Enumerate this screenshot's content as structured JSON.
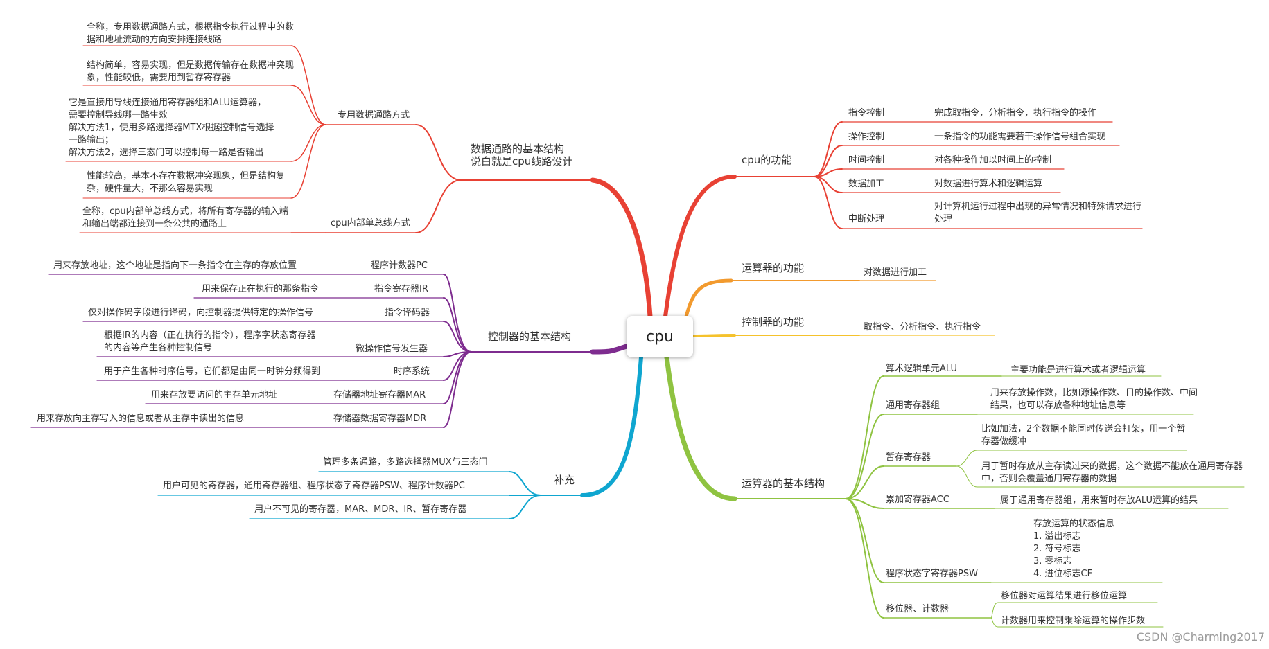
{
  "colors": {
    "red": "#e84134",
    "purple": "#7e2c8f",
    "blue": "#0fa6d0",
    "orange": "#f29a2e",
    "yellow": "#f5c22c",
    "green": "#8fc341",
    "text": "#333333"
  },
  "root": "cpu",
  "datapath": {
    "title_lines": [
      "数据通路的基本结构",
      "说白就是cpu线路设计"
    ],
    "dedicated": {
      "label": "专用数据通路方式",
      "notes": [
        "全称，专用数据通路方式，根据指令执行过程中的数据和地址流动的方向安排连接线路",
        "结构简单，容易实现，但是数据传输存在数据冲突现象，性能较低，需要用到暂存寄存器",
        [
          "它是直接用导线连接通用寄存器组和ALU运算器，",
          "需要控制导线哪一路生效",
          "解决方法1，使用多路选择器MTX根据控制信号选择",
          "一路输出；",
          "解决方法2，选择三态门可以控制每一路是否输出"
        ],
        "性能较高，基本不存在数据冲突现象，但是结构复杂，硬件量大，不那么容易实现"
      ]
    },
    "internal_bus": {
      "label": "cpu内部单总线方式",
      "note": "全称，cpu内部单总线方式，将所有寄存器的输入端和输出端都连接到一条公共的通路上"
    }
  },
  "controller_structure": {
    "title": "控制器的基本结构",
    "items": [
      {
        "label": "程序计数器PC",
        "note": "用来存放地址，这个地址是指向下一条指令在主存的存放位置"
      },
      {
        "label": "指令寄存器IR",
        "note": "用来保存正在执行的那条指令"
      },
      {
        "label": "指令译码器",
        "note": "仅对操作码字段进行译码，向控制器提供特定的操作信号"
      },
      {
        "label": "微操作信号发生器",
        "note": "根据IR的内容（正在执行的指令），程序字状态寄存器的内容等产生各种控制信号"
      },
      {
        "label": "时序系统",
        "note": "用于产生各种时序信号，它们都是由同一时钟分频得到"
      },
      {
        "label": "存储器地址寄存器MAR",
        "note": "用来存放要访问的主存单元地址"
      },
      {
        "label": "存储器数据寄存器MDR",
        "note": "用来存放向主存写入的信息或者从主存中读出的信息"
      }
    ]
  },
  "supplement": {
    "title": "补充",
    "items": [
      "管理多条通路，多路选择器MUX与三态门",
      "用户可见的寄存器，通用寄存器组、程序状态字寄存器PSW、程序计数器PC",
      "用户不可见的寄存器，MAR、MDR、IR、暂存寄存器"
    ]
  },
  "cpu_functions": {
    "title": "cpu的功能",
    "items": [
      {
        "label": "指令控制",
        "note": "完成取指令，分析指令，执行指令的操作"
      },
      {
        "label": "操作控制",
        "note": "一条指令的功能需要若干操作信号组合实现"
      },
      {
        "label": "时间控制",
        "note": "对各种操作加以时间上的控制"
      },
      {
        "label": "数据加工",
        "note": "对数据进行算术和逻辑运算"
      },
      {
        "label": "中断处理",
        "note": "对计算机运行过程中出现的异常情况和特殊请求进行处理"
      }
    ]
  },
  "alu_function": {
    "title": "运算器的功能",
    "note": "对数据进行加工"
  },
  "controller_function": {
    "title": "控制器的功能",
    "note": "取指令、分析指令、执行指令"
  },
  "alu_structure": {
    "title": "运算器的基本结构",
    "alu": {
      "label": "算术逻辑单元ALU",
      "note": "主要功能是进行算术或者逻辑运算"
    },
    "gpr": {
      "label": "通用寄存器组",
      "note": "用来存放操作数，比如源操作数、目的操作数、中间结果，也可以存放各种地址信息等"
    },
    "temp": {
      "label": "暂存寄存器",
      "notes": [
        "比如加法，2个数据不能同时传送会打架，用一个暂存器做缓冲",
        "用于暂时存放从主存读过来的数据，这个数据不能放在通用寄存器中，否则会覆盖通用寄存器的数据"
      ]
    },
    "acc": {
      "label": "累加寄存器ACC",
      "note": "属于通用寄存器组，用来暂时存放ALU运算的结果"
    },
    "psw": {
      "label": "程序状态字寄存器PSW",
      "lines": [
        "存放运算的状态信息",
        "1. 溢出标志",
        "2. 符号标志",
        "3. 零标志",
        "4. 进位标志CF"
      ]
    },
    "shifter": {
      "label": "移位器、计数器",
      "notes": [
        "移位器对运算结果进行移位运算",
        "计数器用来控制乘除运算的操作步数"
      ]
    }
  },
  "watermark": "CSDN @Charming2017"
}
